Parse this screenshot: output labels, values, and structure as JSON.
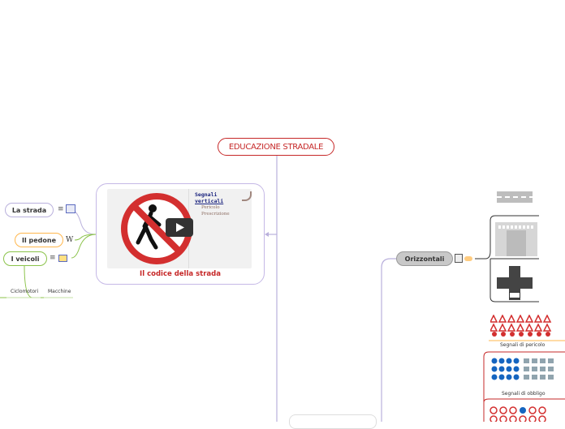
{
  "root": {
    "title": "EDUCAZIONE STRADALE"
  },
  "left": {
    "la_strada": "La strada",
    "il_pedone": "Il pedone",
    "i_veicoli": "I veicoli",
    "ciclomotori": "Ciclomotori",
    "macchine": "Macchine",
    "wiki_glyph": "W"
  },
  "video": {
    "title": "Il codice della strada",
    "thumb_heading_line1": "Segnali",
    "thumb_heading_line2": "verticali",
    "thumb_item1": "Pericolo",
    "thumb_item2": "Prescrizione"
  },
  "right": {
    "orizzontali": "Orizzontali",
    "segnali_pericolo": "Segnali di pericolo",
    "segnali_obbligo": "Segnali di obbligo"
  },
  "colors": {
    "root_red": "#c62828",
    "line_purple": "#b9b0dc",
    "line_green": "#8bc34a",
    "line_orange": "#ffb74d",
    "orizz_bg": "#c8c8c8"
  }
}
